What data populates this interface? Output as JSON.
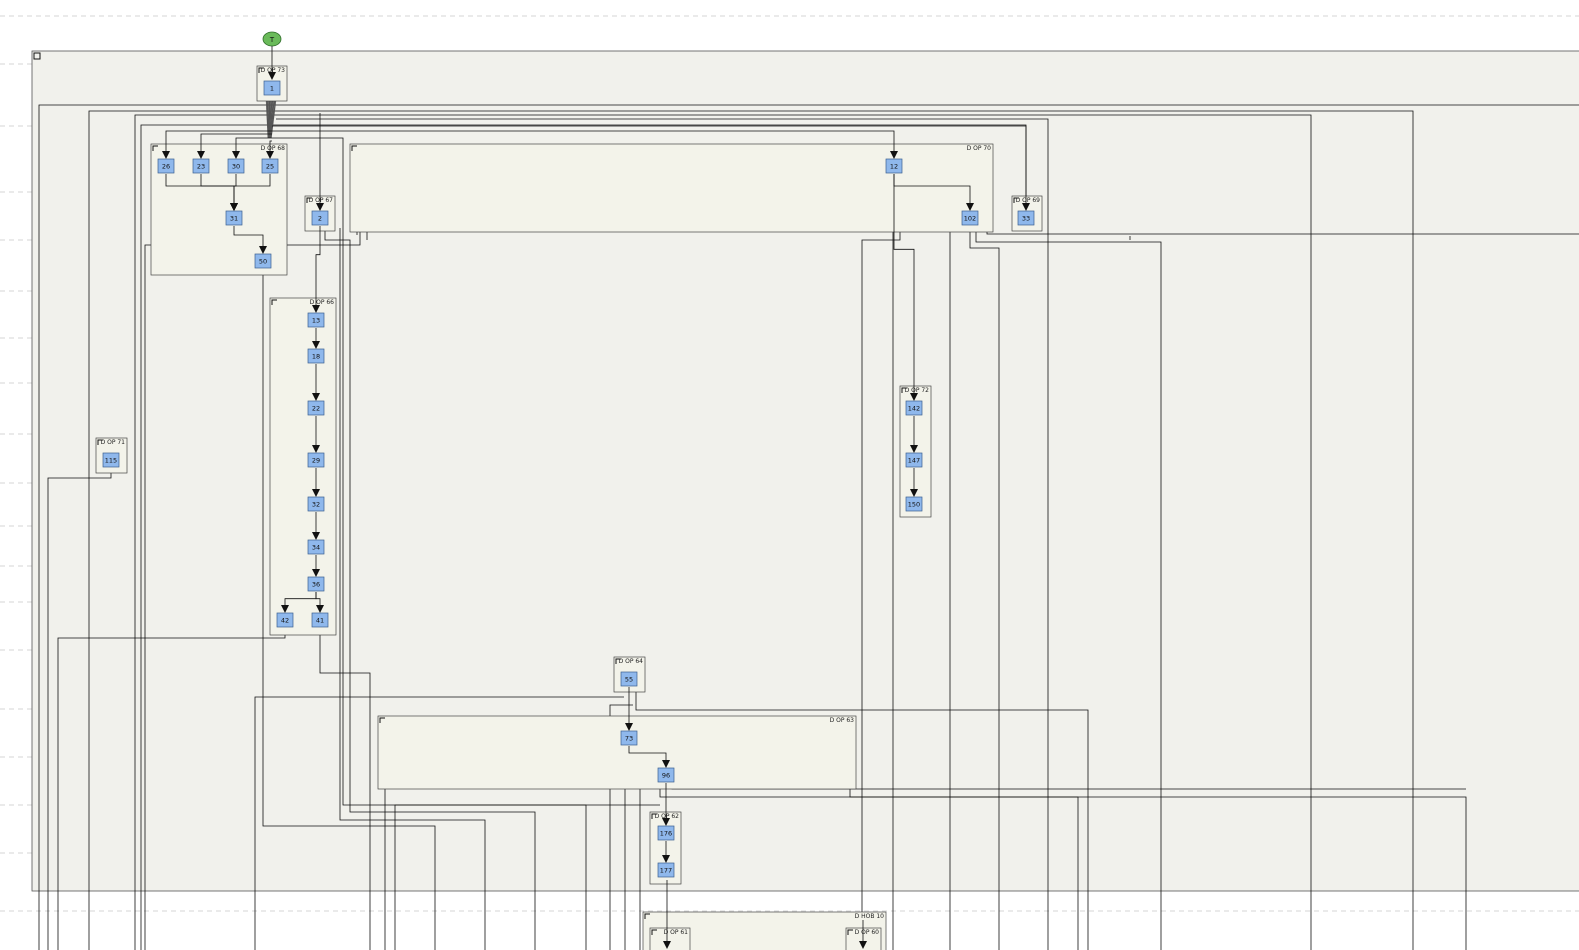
{
  "start_node": {
    "label": "T",
    "fill": "#6aba5a"
  },
  "colors": {
    "node_fill": "#8fb8ec",
    "node_stroke": "#3a5f8f",
    "group_fill": "#f3f3ea",
    "outer_fill": "#f1f1ec",
    "edge": "#111111",
    "lane_line": "#c8c8c8"
  },
  "groups": [
    {
      "id": "g73",
      "label": "D OP 73"
    },
    {
      "id": "g68",
      "label": "D OP 68"
    },
    {
      "id": "g70",
      "label": "D OP 70"
    },
    {
      "id": "g67",
      "label": "D OP 67"
    },
    {
      "id": "g69",
      "label": "D OP 69"
    },
    {
      "id": "g66",
      "label": "D OP 66"
    },
    {
      "id": "g72",
      "label": "D OP 72"
    },
    {
      "id": "g71",
      "label": "D OP 71"
    },
    {
      "id": "g64",
      "label": "D OP 64"
    },
    {
      "id": "g63",
      "label": "D OP 63"
    },
    {
      "id": "g62",
      "label": "D OP 62"
    },
    {
      "id": "h10",
      "label": "D HOB 10"
    },
    {
      "id": "g61",
      "label": "D OP 61"
    },
    {
      "id": "g60",
      "label": "D OP 60"
    }
  ],
  "nodes": [
    {
      "id": "n1",
      "label": "1"
    },
    {
      "id": "n26",
      "label": "26"
    },
    {
      "id": "n23",
      "label": "23"
    },
    {
      "id": "n30",
      "label": "30"
    },
    {
      "id": "n25",
      "label": "25"
    },
    {
      "id": "n31",
      "label": "31"
    },
    {
      "id": "n50",
      "label": "50"
    },
    {
      "id": "n2",
      "label": "2"
    },
    {
      "id": "n12",
      "label": "12"
    },
    {
      "id": "n102",
      "label": "102"
    },
    {
      "id": "n33",
      "label": "33"
    },
    {
      "id": "n13",
      "label": "13"
    },
    {
      "id": "n18",
      "label": "18"
    },
    {
      "id": "n22",
      "label": "22"
    },
    {
      "id": "n29",
      "label": "29"
    },
    {
      "id": "n32",
      "label": "32"
    },
    {
      "id": "n34",
      "label": "34"
    },
    {
      "id": "n36",
      "label": "36"
    },
    {
      "id": "n42",
      "label": "42"
    },
    {
      "id": "n41",
      "label": "41"
    },
    {
      "id": "n142",
      "label": "142"
    },
    {
      "id": "n147",
      "label": "147"
    },
    {
      "id": "n150",
      "label": "150"
    },
    {
      "id": "n115",
      "label": "115"
    },
    {
      "id": "n55",
      "label": "55"
    },
    {
      "id": "n73",
      "label": "73"
    },
    {
      "id": "n96",
      "label": "96"
    },
    {
      "id": "n176",
      "label": "176"
    },
    {
      "id": "n177",
      "label": "177"
    }
  ],
  "edges": [
    [
      "n1",
      "n26"
    ],
    [
      "n1",
      "n23"
    ],
    [
      "n1",
      "n30"
    ],
    [
      "n1",
      "n25"
    ],
    [
      "n1",
      "n12"
    ],
    [
      "n1",
      "n2"
    ],
    [
      "n1",
      "n33"
    ],
    [
      "n26",
      "n31"
    ],
    [
      "n23",
      "n31"
    ],
    [
      "n30",
      "n31"
    ],
    [
      "n25",
      "n31"
    ],
    [
      "n31",
      "n50"
    ],
    [
      "n2",
      "n13"
    ],
    [
      "n13",
      "n18"
    ],
    [
      "n18",
      "n22"
    ],
    [
      "n22",
      "n29"
    ],
    [
      "n29",
      "n32"
    ],
    [
      "n32",
      "n34"
    ],
    [
      "n34",
      "n36"
    ],
    [
      "n36",
      "n42"
    ],
    [
      "n36",
      "n41"
    ],
    [
      "n12",
      "n102"
    ],
    [
      "n12",
      "n142"
    ],
    [
      "n142",
      "n147"
    ],
    [
      "n147",
      "n150"
    ],
    [
      "n55",
      "n73"
    ],
    [
      "n73",
      "n96"
    ],
    [
      "n96",
      "n176"
    ],
    [
      "n176",
      "n177"
    ]
  ]
}
